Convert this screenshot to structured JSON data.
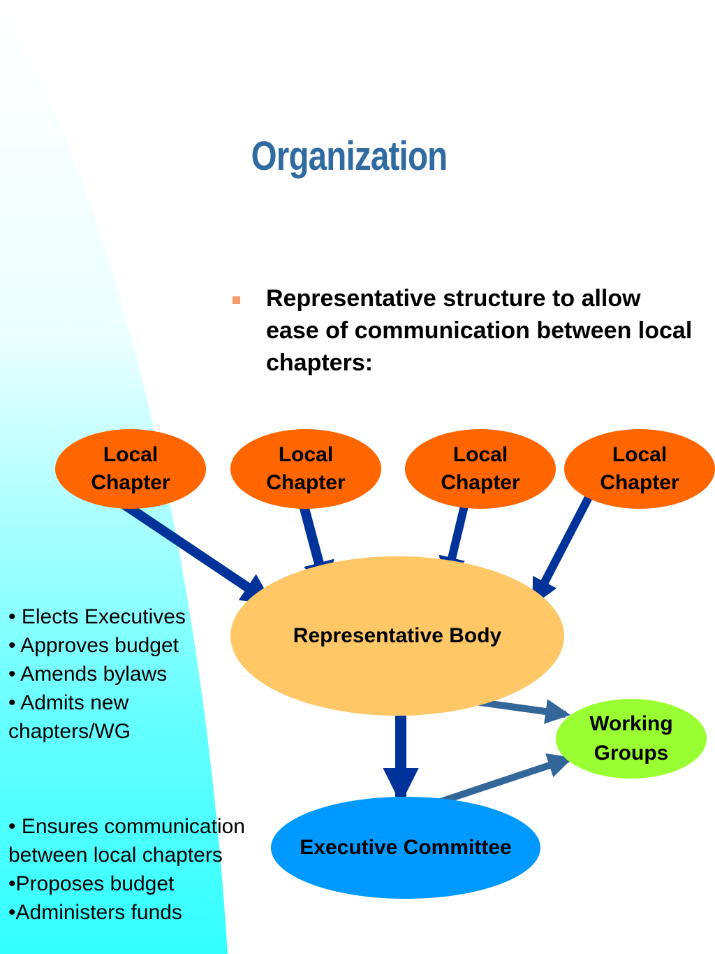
{
  "title": "Organization",
  "intro": "Representative structure to allow ease of communication between local chapters:",
  "nodes": {
    "local_chapters": [
      "Local\nChapter",
      "Local\nChapter",
      "Local\nChapter",
      "Local\nChapter"
    ],
    "representative_body": "Representative Body",
    "working_groups": "Working\nGroups",
    "executive_committee": "Executive Committee"
  },
  "representative_duties": [
    "• Elects Executives",
    "• Approves budget",
    "• Amends bylaws",
    "• Admits new chapters/WG"
  ],
  "executive_duties": [
    "• Ensures communication between local chapters",
    "•Proposes budget",
    "•Administers funds"
  ],
  "colors": {
    "title": "#2f6aa0",
    "local_chapter": "#ff6600",
    "representative_body": "#ffc766",
    "working_groups": "#99ff33",
    "executive_committee": "#0099ff",
    "arrow_dark": "#003399",
    "arrow_light": "#336699"
  }
}
